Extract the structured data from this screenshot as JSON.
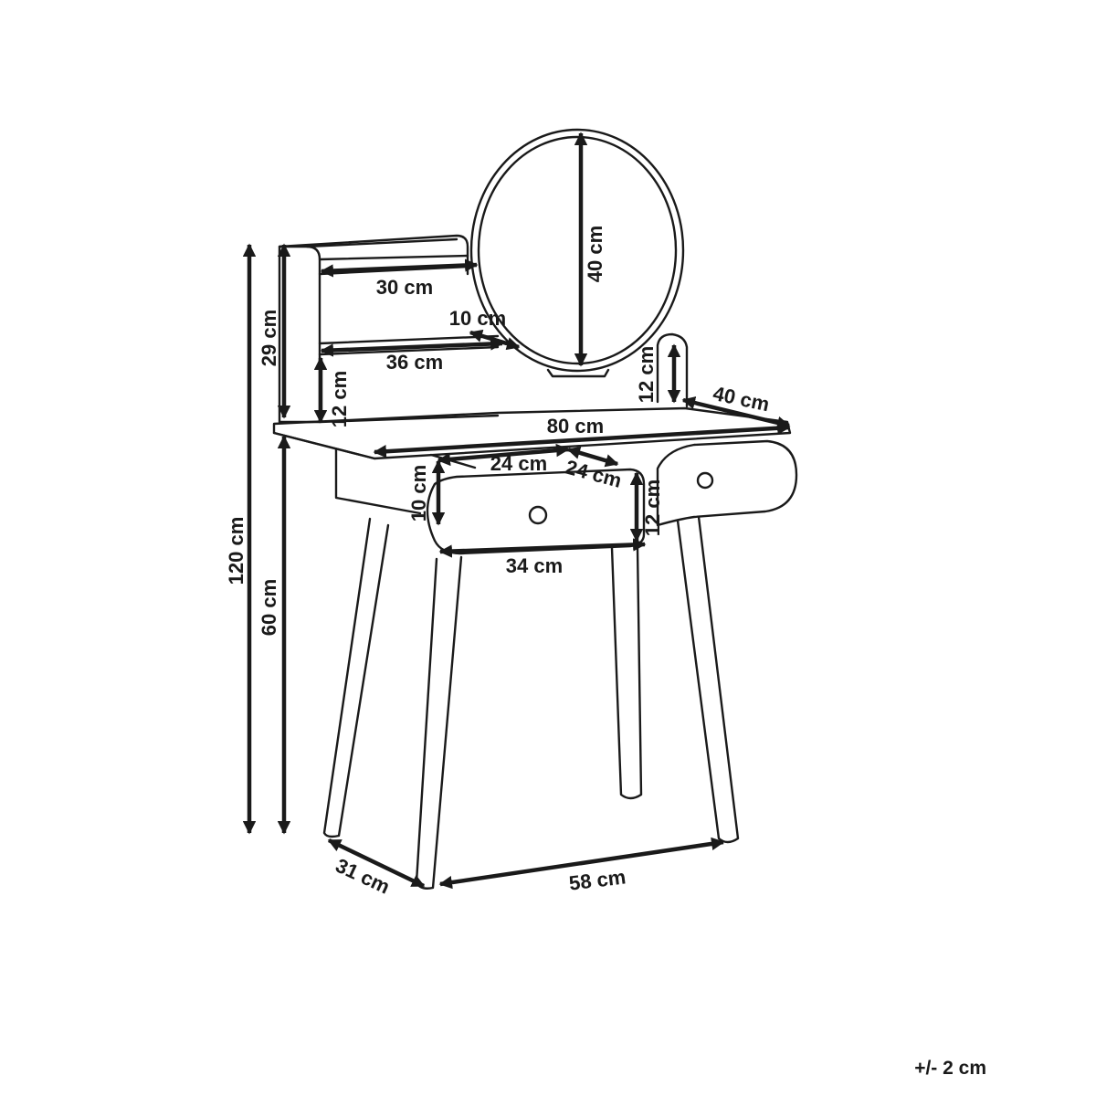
{
  "dimensions": {
    "total_height": "120 cm",
    "upper_height": "29 cm",
    "lower_height": "60 cm",
    "shelf_top_width": "30 cm",
    "shelf_gap": "10 cm",
    "shelf_bottom_width": "36 cm",
    "shelf_height": "12 cm",
    "mirror_diameter": "40 cm",
    "side_post_height": "12 cm",
    "top_depth": "40 cm",
    "top_width": "80 cm",
    "drawer_inner_width_a": "24 cm",
    "drawer_inner_width_b": "24 cm",
    "drawer_inner_height": "10 cm",
    "drawer_front_height": "12 cm",
    "drawer_front_width": "34 cm",
    "leg_depth": "31 cm",
    "leg_width": "58 cm"
  },
  "tolerance_note": "+/- 2 cm",
  "icons": {
    "arrowhead": "arrowhead-icon",
    "drawer_knob": "drawer-knob-icon"
  },
  "colors": {
    "line": "#1a1a1a",
    "background": "#ffffff"
  }
}
